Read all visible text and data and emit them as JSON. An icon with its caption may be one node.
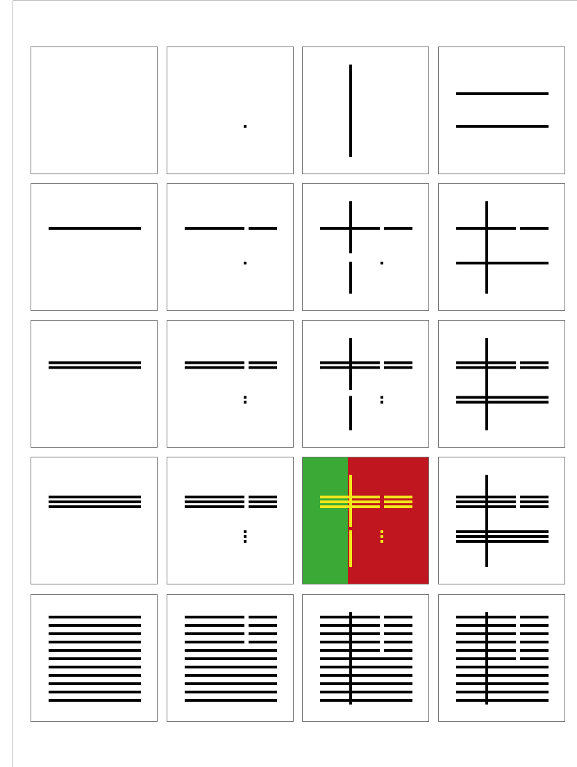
{
  "diagram": {
    "nodes": [
      {
        "text": [],
        "shape": "box"
      },
      {
        "text": [],
        "shape": "picture"
      },
      {
        "text": [],
        "shape": "picture"
      },
      {
        "text": [],
        "shape": "picture"
      },
      {
        "text": [],
        "shape": "picture"
      },
      {
        "text": [],
        "shape": "picture"
      },
      {
        "text": [],
        "shape": "picture"
      },
      {
        "text": [],
        "shape": "picture"
      },
      {
        "text": [],
        "shape": "picture"
      },
      {
        "text": [],
        "shape": "picture"
      },
      {
        "text": [],
        "shape": "picture"
      },
      {
        "text": [],
        "shape": "picture"
      },
      {
        "text": [],
        "shape": "picture"
      },
      {
        "text": [],
        "shape": "picture"
      },
      {
        "text": [],
        "shape": "picture"
      },
      {
        "text": [],
        "shape": "picture"
      },
      {
        "text": [],
        "shape": "picture"
      },
      {
        "text": [],
        "shape": "picture"
      },
      {
        "text": [],
        "shape": "picture"
      },
      {
        "text": [],
        "shape": "picture"
      }
    ]
  }
}
